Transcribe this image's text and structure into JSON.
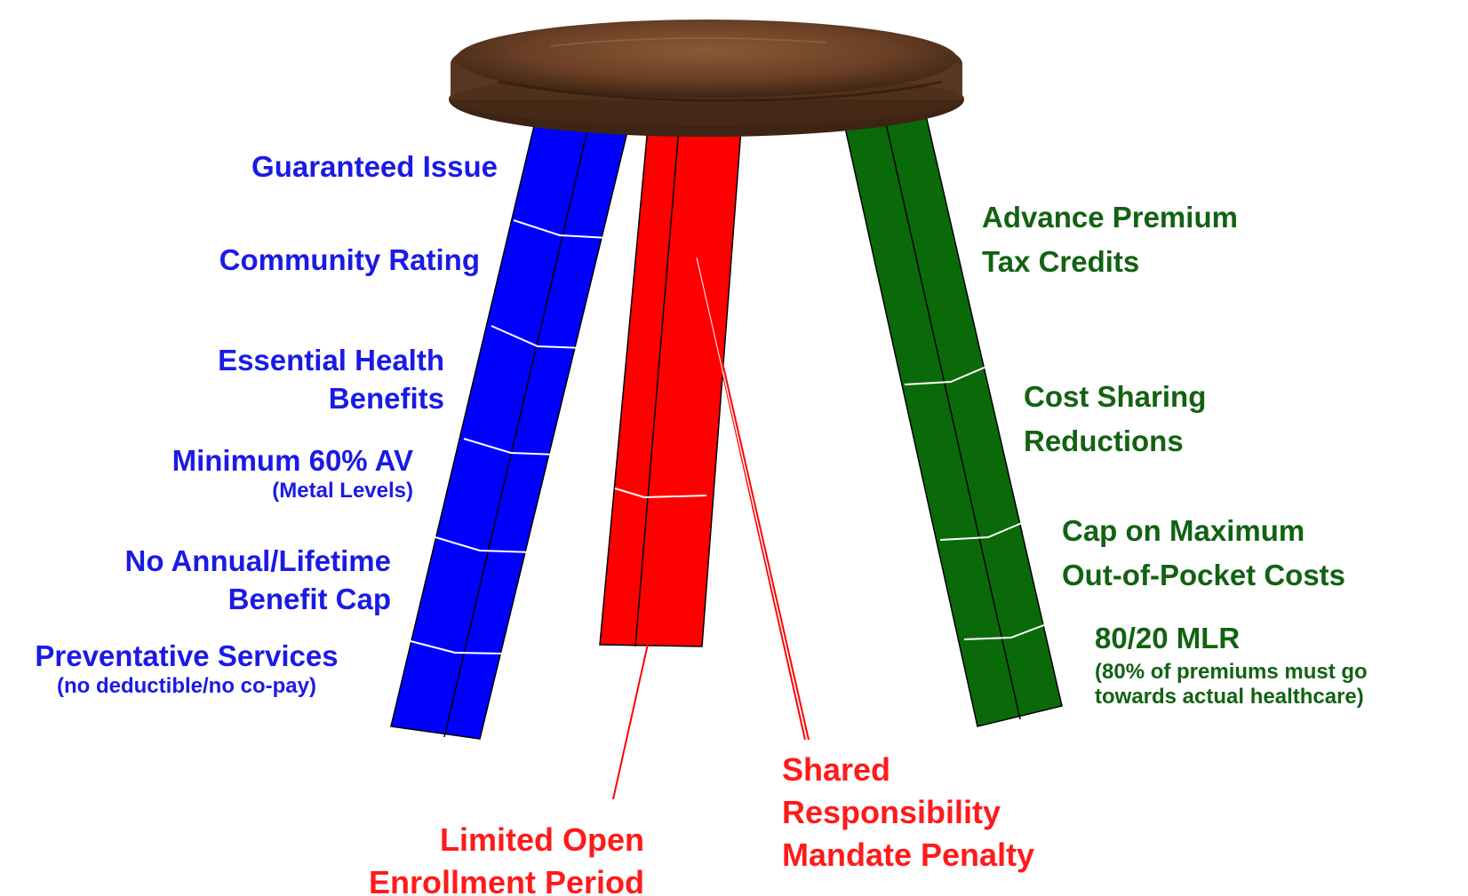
{
  "blue_leg": {
    "color": "#0000ff",
    "labels": [
      {
        "line1": "Guaranteed Issue"
      },
      {
        "line1": "Community Rating"
      },
      {
        "line1": "Essential Health",
        "line2": "Benefits"
      },
      {
        "line1": "Minimum 60% AV",
        "note": "(Metal Levels)"
      },
      {
        "line1": "No Annual/Lifetime",
        "line2": "Benefit Cap"
      },
      {
        "line1": "Preventative Services",
        "note": "(no deductible/no co-pay)"
      }
    ]
  },
  "red_leg": {
    "color": "#ff0000",
    "labels": [
      {
        "line1": "Limited Open",
        "line2": "Enrollment Period"
      },
      {
        "line1": "Shared",
        "line2": "Responsibility",
        "line3": "Mandate Penalty"
      }
    ]
  },
  "green_leg": {
    "color": "#0a6a0a",
    "labels": [
      {
        "line1": "Advance Premium",
        "line2": "Tax Credits"
      },
      {
        "line1": "Cost Sharing",
        "line2": "Reductions"
      },
      {
        "line1": "Cap on Maximum",
        "line2": "Out-of-Pocket Costs"
      },
      {
        "line1": "80/20 MLR",
        "note1": "(80% of premiums must go",
        "note2": "towards actual healthcare)"
      }
    ]
  },
  "seat": {
    "color": "#6e4226"
  }
}
